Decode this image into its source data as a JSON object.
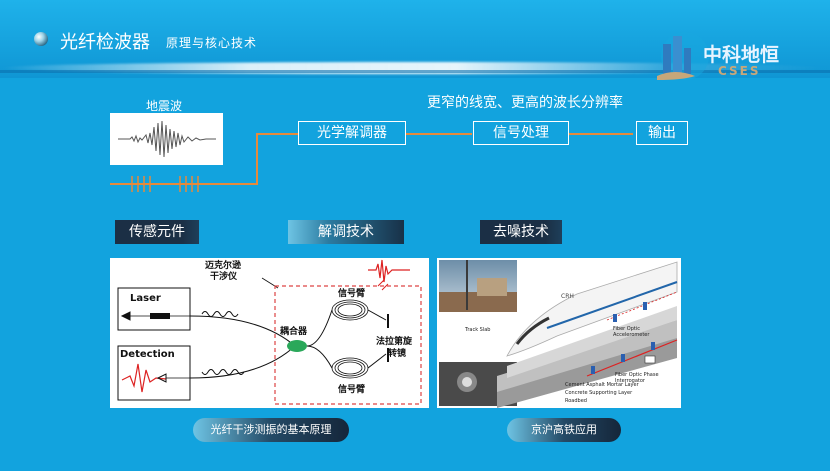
{
  "header": {
    "title": "光纤检波器",
    "subtitle": "原理与核心技术"
  },
  "logo": {
    "name": "中科地恒",
    "sub": "CSES"
  },
  "flow": {
    "seismic_label": "地震波",
    "top_note": "更窄的线宽、更高的波长分辨率",
    "steps": [
      "光学解调器",
      "信号处理",
      "输出"
    ]
  },
  "sections": {
    "sensing": "传感元件",
    "demodulation": "解调技术",
    "denoise": "去噪技术"
  },
  "diagram": {
    "michelson": "迈克尔逊",
    "interferometer": "干涉仪",
    "laser": "Laser",
    "detection": "Detection",
    "coupler": "耦合器",
    "signal_arm_top": "信号臂",
    "signal_arm_bottom": "信号臂",
    "faraday_1": "法拉第旋",
    "faraday_2": "转镜",
    "wave_top": "ꟷ∿∿∿∿",
    "wave_bottom": "~w~w~w~w"
  },
  "railway": {
    "train_id": "CRH",
    "track_slab": "Track Slab",
    "fiber_acc_1": "Fiber Optic",
    "fiber_acc_2": "Accelerometer",
    "fiber_int_1": "Fiber Optic Phase",
    "fiber_int_2": "Interrogator",
    "layer1": "Cement Asphalt Mortar Layer",
    "layer2": "Concrete Supporting Layer",
    "layer3": "Roadbed"
  },
  "captions": {
    "left": "光纤干涉测振的基本原理",
    "right": "京沪高铁应用"
  },
  "colors": {
    "background": "#12a3de",
    "fiber": "#e58a3b",
    "tag_dark": "#1b2f45"
  }
}
